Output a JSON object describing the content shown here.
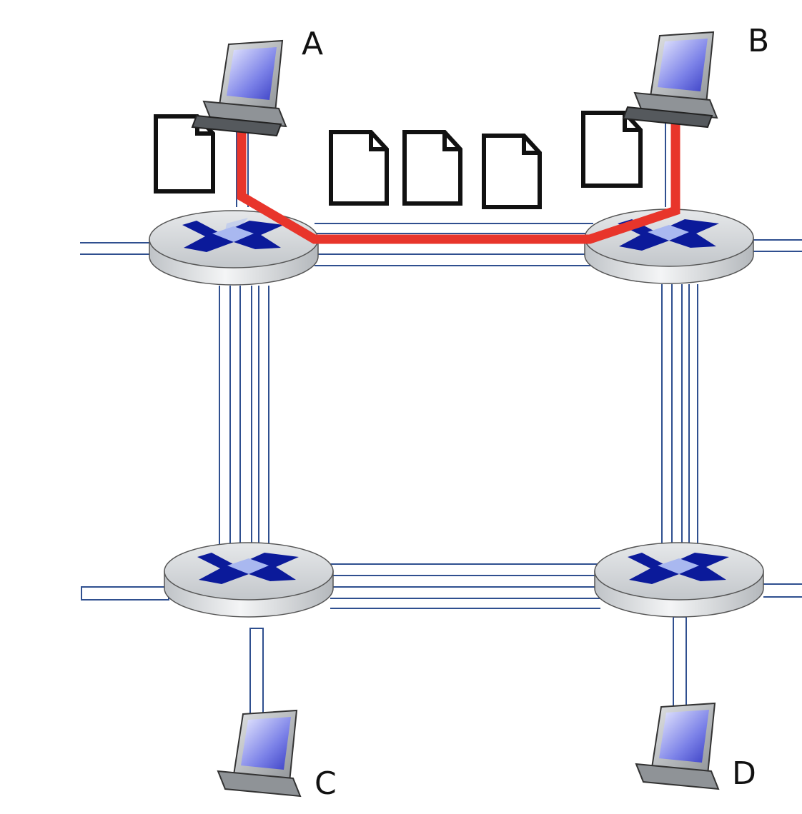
{
  "hosts": [
    {
      "id": "A",
      "label": "A"
    },
    {
      "id": "B",
      "label": "B"
    },
    {
      "id": "C",
      "label": "C"
    },
    {
      "id": "D",
      "label": "D"
    }
  ],
  "routers": [
    "top-left",
    "top-right",
    "bottom-left",
    "bottom-right"
  ],
  "highlighted_path": [
    "A",
    "top-left",
    "top-right",
    "B"
  ],
  "packets_on_path": 5,
  "colors": {
    "path": "#e8352b",
    "link": "#2f4f8f",
    "switch_cross": "#0b1a9a",
    "router_body": "#d8dadc"
  }
}
